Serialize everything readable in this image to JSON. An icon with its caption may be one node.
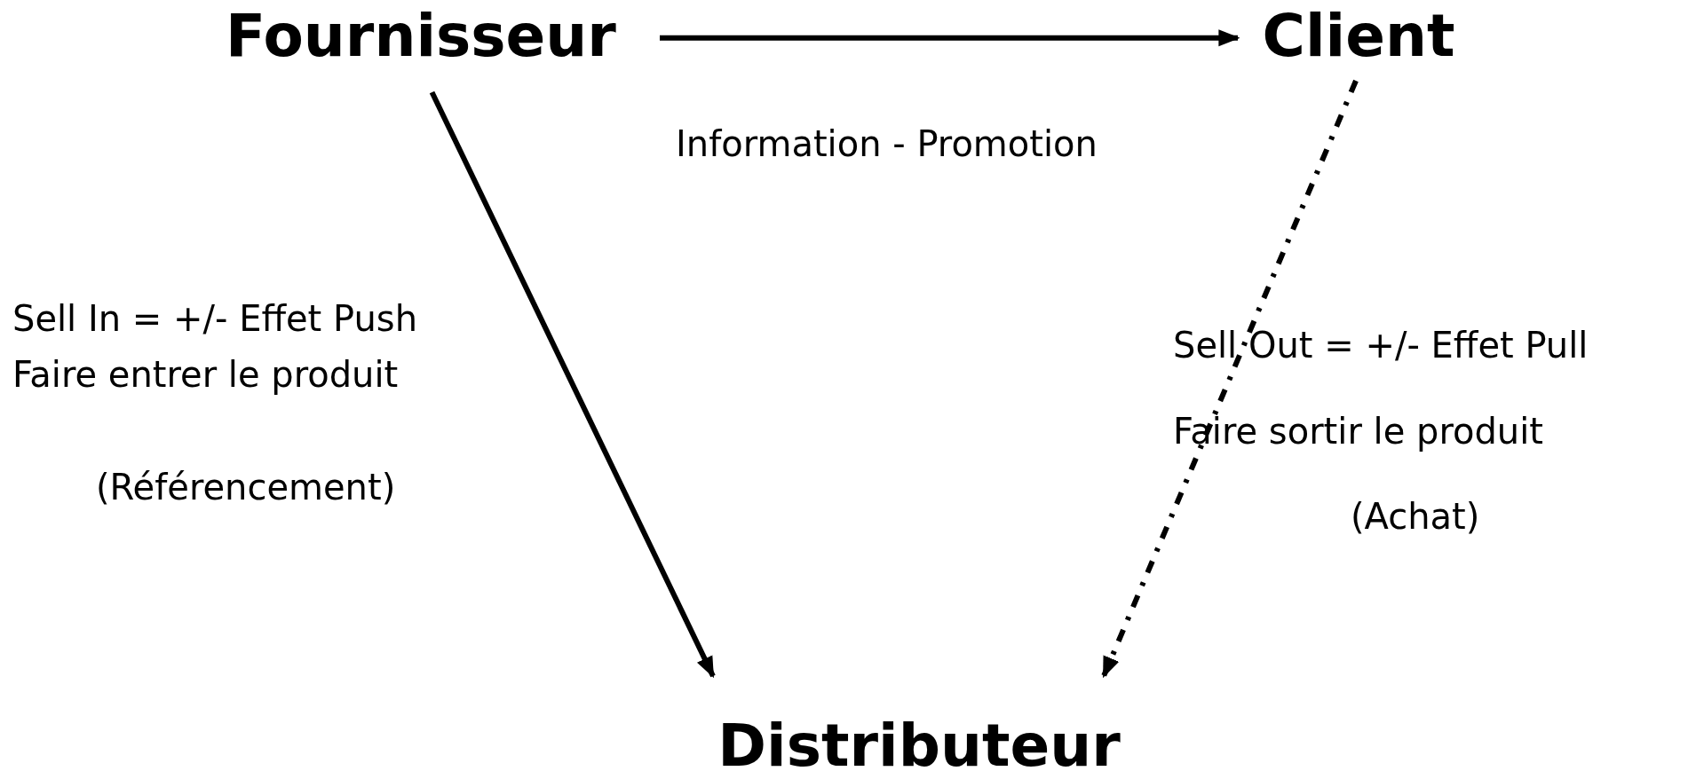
{
  "diagram": {
    "nodes": [
      {
        "text": [
          "Fournisseur"
        ]
      },
      {
        "text": [
          "Client"
        ]
      },
      {
        "text": [
          "Distributeur"
        ]
      }
    ],
    "edges": [
      {
        "from": 0,
        "to": 1,
        "arrow": "to",
        "label": "Information - Promotion"
      },
      {
        "from": 0,
        "to": 2,
        "arrow": "to"
      },
      {
        "from": 1,
        "to": 2,
        "arrow": "to",
        "style": "dashed"
      }
    ],
    "labels": [
      "Sell In = +/- Effet Push",
      "Faire entrer le produit",
      "(Référencement)",
      "Sell Out = +/- Effet Pull",
      "Faire sortir le produit",
      "(Achat)"
    ]
  }
}
